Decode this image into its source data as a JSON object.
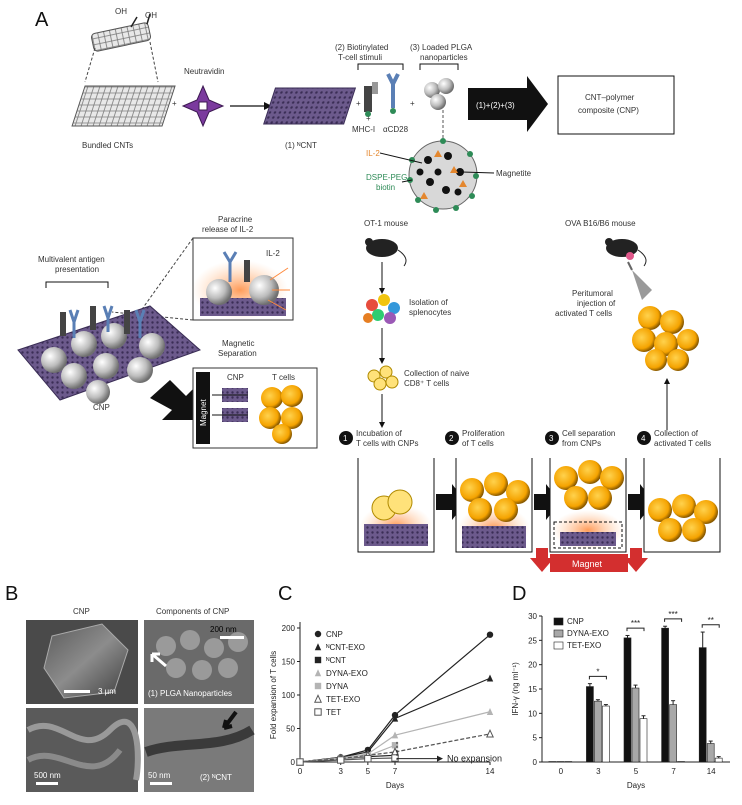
{
  "panel_a": {
    "letter": "A",
    "oh1": "OH",
    "oh2": "OH",
    "bundled_cnts": "Bundled CNTs",
    "neutravidin": "Neutravidin",
    "ncnt": "(1) ᴺCNT",
    "stimuli_title_1": "(2) Biotinylated",
    "stimuli_title_2": "T-cell stimuli",
    "loaded_title_1": "(3) Loaded PLGA",
    "loaded_title_2": "nanoparticles",
    "mhc": "MHC-I",
    "acd28": "αCD28",
    "combine": "(1)+(2)+(3)",
    "composite_1": "CNT–polymer",
    "composite_2": "composite (CNP)",
    "il2_label": "IL-2",
    "dspe_1": "DSPE-PEG",
    "dspe_2": "biotin",
    "magnetite": "Magnetite",
    "paracrine_1": "Paracrine",
    "paracrine_2": "release of IL-2",
    "il2_inset": "IL-2",
    "multivalent_1": "Multivalent antigen",
    "multivalent_2": "presentation",
    "cnp": "CNP",
    "magnetic_1": "Magnetic",
    "magnetic_2": "Separation",
    "cnp_box": "CNP",
    "tcells_box": "T cells",
    "magnet_vertical": "Magnet",
    "ot1_mouse": "OT-1 mouse",
    "isolation_1": "Isolation of",
    "isolation_2": "splenocytes",
    "collection_1": "Collection of naive",
    "collection_2": "CD8⁺ T cells",
    "ova_mouse": "OVA B16/B6 mouse",
    "peri_1": "Peritumoral",
    "peri_2": "injection of",
    "peri_3": "activated T cells",
    "steps": [
      {
        "n": "1",
        "l1": "Incubation of",
        "l2": "T cells with CNPs"
      },
      {
        "n": "2",
        "l1": "Proliferation",
        "l2": "of T cells"
      },
      {
        "n": "3",
        "l1": "Cell separation",
        "l2": "from CNPs"
      },
      {
        "n": "4",
        "l1": "Collection of",
        "l2": "activated T cells"
      }
    ],
    "magnet_bottom": "Magnet"
  },
  "panel_b": {
    "letter": "B",
    "cnp_title": "CNP",
    "components_title": "Components of CNP",
    "scale_3um": "3 µm",
    "scale_200nm": "200 nm",
    "plga": "(1) PLGA Nanoparticles",
    "scale_500nm": "500 nm",
    "scale_50nm": "50 nm",
    "ncnt": "(2) ᴺCNT"
  },
  "panel_c": {
    "letter": "C"
  },
  "panel_d": {
    "letter": "D"
  },
  "chart_data": [
    {
      "panel": "C",
      "type": "line",
      "xlabel": "Days",
      "ylabel": "Fold expansion of T cells",
      "xlim": [
        0,
        14
      ],
      "ylim": [
        0,
        200
      ],
      "xticks": [
        0,
        3,
        5,
        7,
        14
      ],
      "yticks": [
        0,
        50,
        100,
        150,
        200
      ],
      "legend_position": "top-left",
      "series": [
        {
          "name": "CNP",
          "color": "#222222",
          "marker": "circle",
          "dash": false,
          "x": [
            0,
            3,
            5,
            7,
            14
          ],
          "y": [
            0,
            7,
            18,
            70,
            190
          ]
        },
        {
          "name": "ᴺCNT-EXO",
          "color": "#222222",
          "marker": "triangle",
          "dash": false,
          "x": [
            0,
            3,
            5,
            7,
            14
          ],
          "y": [
            0,
            7,
            15,
            65,
            125
          ]
        },
        {
          "name": "ᴺCNT",
          "color": "#222222",
          "marker": "square",
          "dash": false,
          "x": [
            0,
            3,
            5,
            7
          ],
          "y": [
            0,
            5,
            8,
            10
          ]
        },
        {
          "name": "DYNA-EXO",
          "color": "#b4b4b4",
          "marker": "triangle",
          "dash": false,
          "x": [
            0,
            3,
            5,
            7,
            14
          ],
          "y": [
            0,
            6,
            12,
            40,
            75
          ]
        },
        {
          "name": "DYNA",
          "color": "#b4b4b4",
          "marker": "square",
          "dash": false,
          "x": [
            0,
            3,
            5,
            7
          ],
          "y": [
            0,
            5,
            9,
            25
          ]
        },
        {
          "name": "TET-EXO",
          "color": "#555555",
          "marker": "triangle-open",
          "dash": true,
          "x": [
            0,
            3,
            5,
            7,
            14
          ],
          "y": [
            0,
            5,
            10,
            15,
            42
          ]
        },
        {
          "name": "TET",
          "color": "#555555",
          "marker": "square-open",
          "dash": false,
          "x": [
            0,
            3,
            5,
            7
          ],
          "y": [
            0,
            3,
            5,
            6
          ]
        }
      ],
      "annotation": "No expansion"
    },
    {
      "panel": "D",
      "type": "bar",
      "xlabel": "Days",
      "ylabel": "IFN-γ (ng ml⁻¹)",
      "ylim": [
        0,
        30
      ],
      "yticks": [
        0,
        5,
        10,
        15,
        20,
        25,
        30
      ],
      "categories": [
        "0",
        "3",
        "5",
        "7",
        "14"
      ],
      "legend_position": "top-left",
      "series": [
        {
          "name": "CNP",
          "color": "#111111",
          "values": [
            0.1,
            15.5,
            25.5,
            27.5,
            23.5
          ],
          "errors": [
            0,
            0.6,
            0.5,
            0.4,
            3.2
          ]
        },
        {
          "name": "DYNA-EXO",
          "color": "#a8a8a8",
          "values": [
            0.1,
            12.5,
            15.2,
            11.8,
            3.8
          ],
          "errors": [
            0,
            0.3,
            0.6,
            0.8,
            0.5
          ]
        },
        {
          "name": "TET-EXO",
          "color": "#ffffff",
          "values": [
            0.1,
            11.5,
            8.9,
            0.1,
            0.8
          ],
          "errors": [
            0,
            0.3,
            0.6,
            0,
            0.3
          ]
        }
      ],
      "significance": [
        "*",
        "***",
        "***",
        "**"
      ]
    }
  ]
}
